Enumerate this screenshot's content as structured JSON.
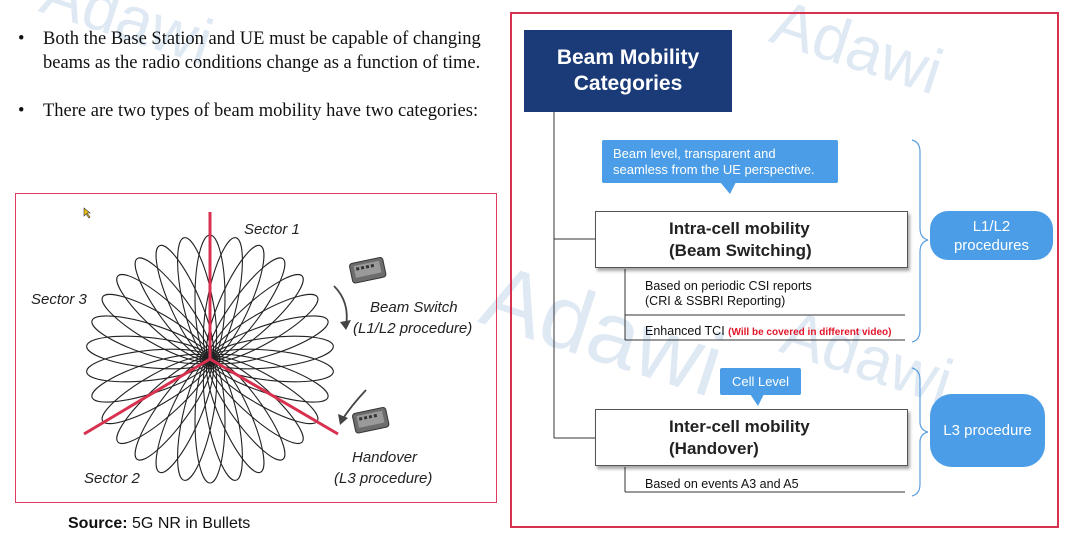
{
  "watermark": "Adawi",
  "bullets": [
    {
      "marker": "•",
      "text": "Both the Base Station and UE must be capable of changing beams as the radio conditions change as a function of time."
    },
    {
      "marker": "•",
      "text": "There are two types of beam mobility have two categories:"
    }
  ],
  "figure": {
    "sector1": "Sector 1",
    "sector2": "Sector 2",
    "sector3": "Sector 3",
    "beam_switch": "Beam Switch",
    "beam_switch_proc": "(L1/L2 procedure)",
    "handover": "Handover",
    "handover_proc": "(L3 procedure)"
  },
  "source": {
    "label": "Source:",
    "text": "5G NR in Bullets"
  },
  "diagram": {
    "title_line1": "Beam Mobility",
    "title_line2": "Categories",
    "callout_beam_line1": "Beam level, transparent and",
    "callout_beam_line2": "seamless from the UE perspective.",
    "intra_line1": "Intra-cell mobility",
    "intra_line2": "(Beam Switching)",
    "intra_detail1_line1": "Based on periodic CSI reports",
    "intra_detail1_line2": "(CRI & SSBRI Reporting)",
    "intra_detail2": "Enhanced TCI",
    "intra_detail2_note": "(Will be covered in different video)",
    "l1l2_line1": "L1/L2",
    "l1l2_line2": "procedures",
    "callout_cell": "Cell Level",
    "inter_line1": "Inter-cell mobility",
    "inter_line2": "(Handover)",
    "inter_detail": "Based on events A3 and A5",
    "l3": "L3 procedure"
  }
}
